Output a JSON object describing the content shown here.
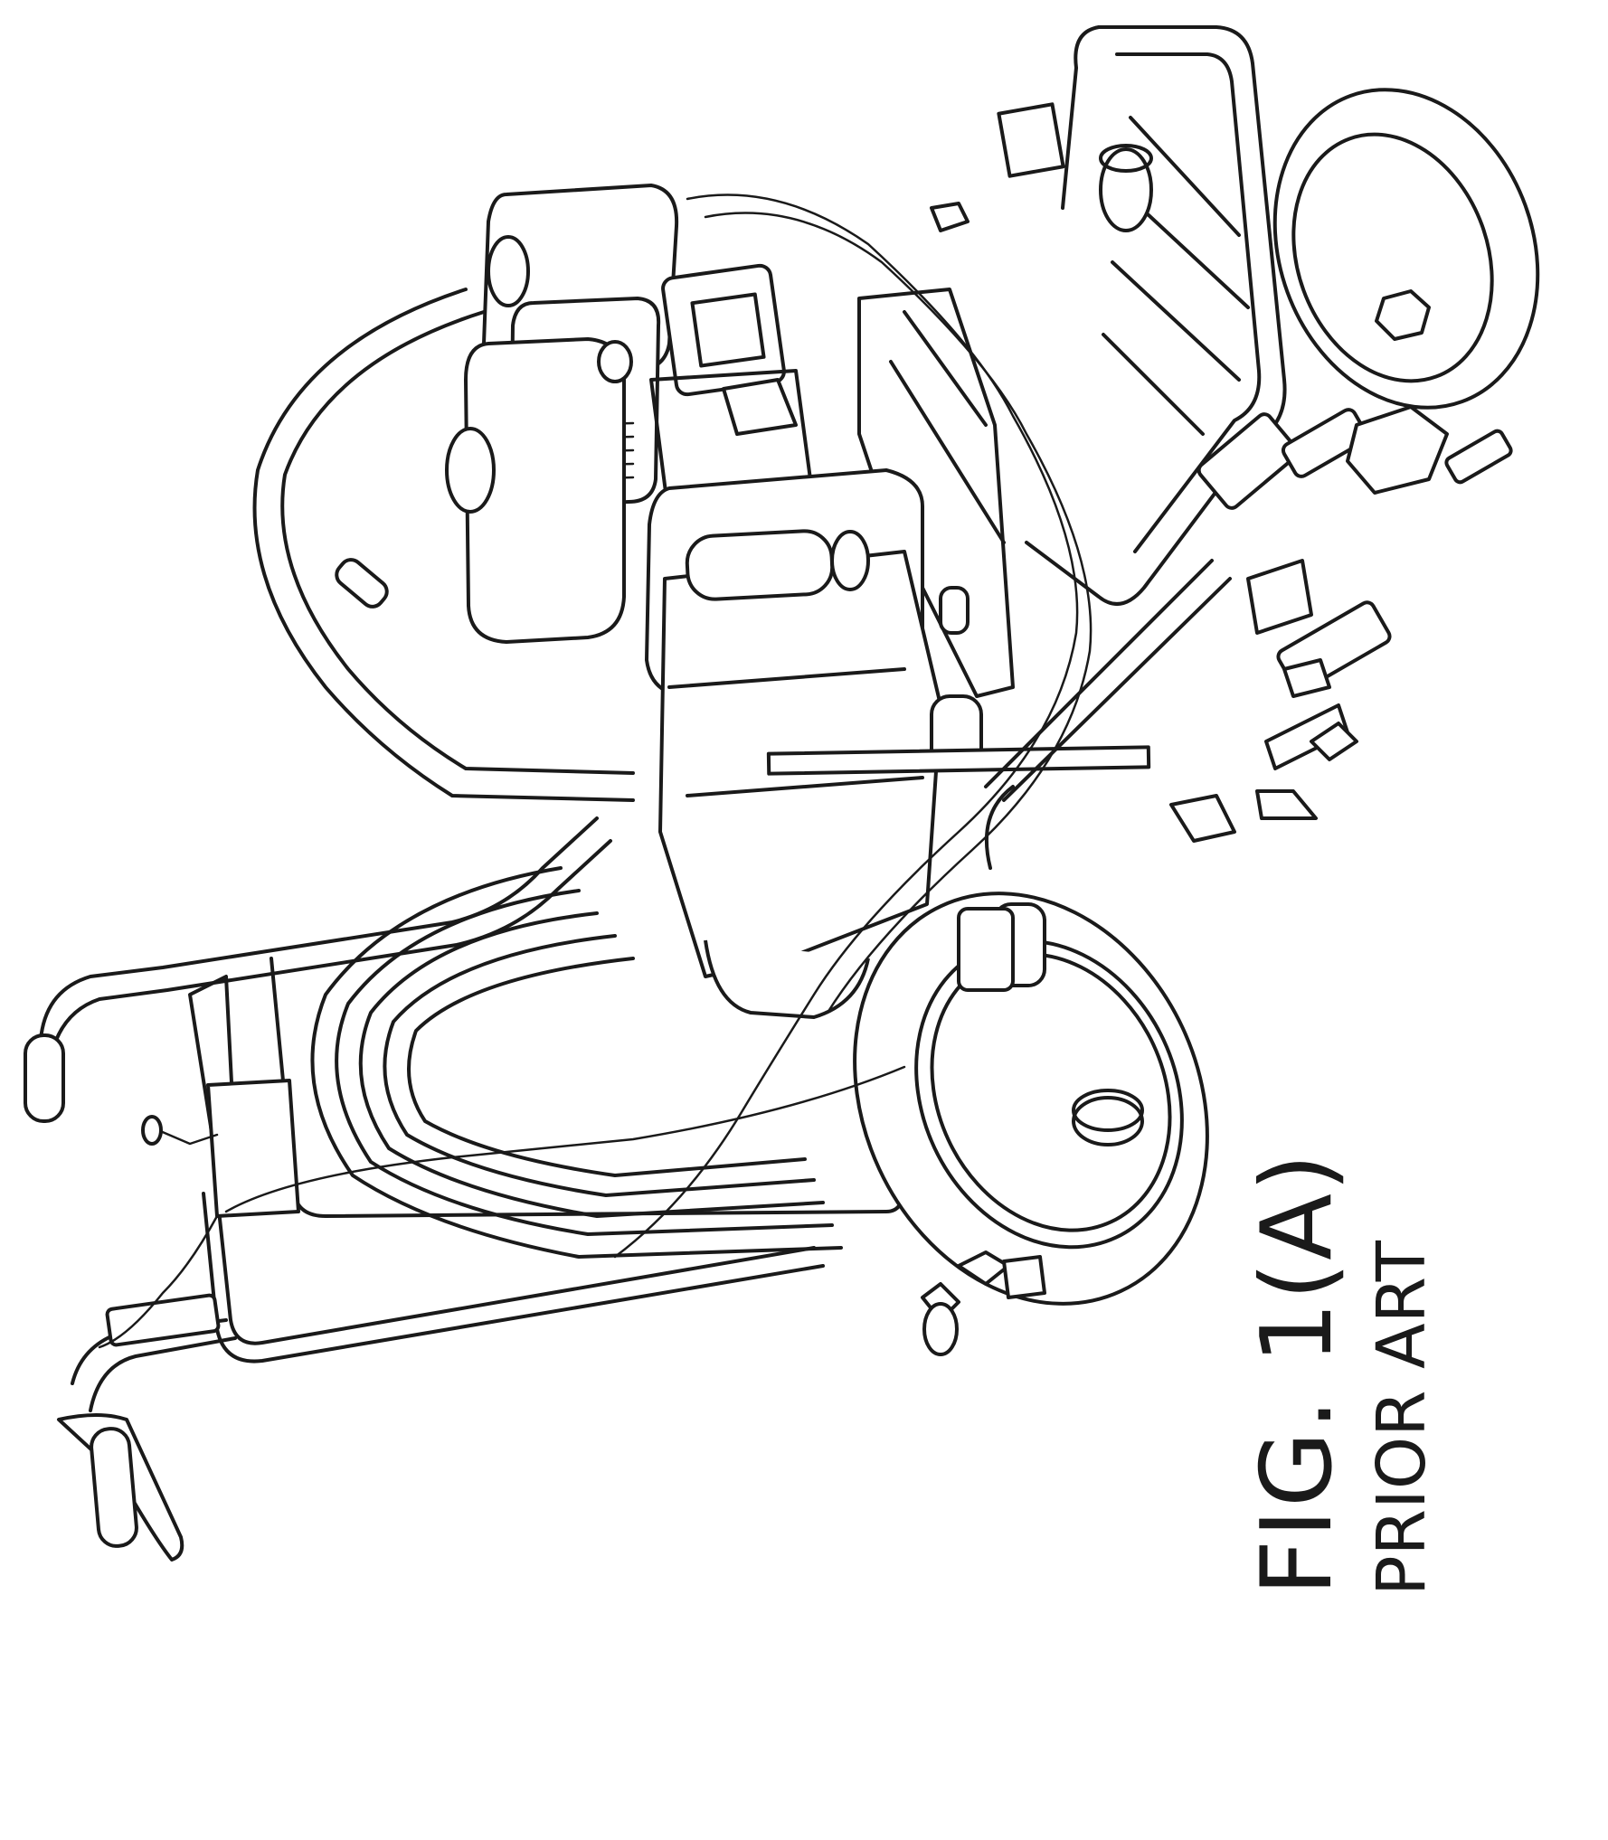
{
  "figure": {
    "label": "FIG. 1(A)",
    "sublabel": "PRIOR ART"
  },
  "drawing": {
    "subject": "paint-sprayer-cart",
    "line_color": "#1a1a1a",
    "background": "#ffffff"
  }
}
